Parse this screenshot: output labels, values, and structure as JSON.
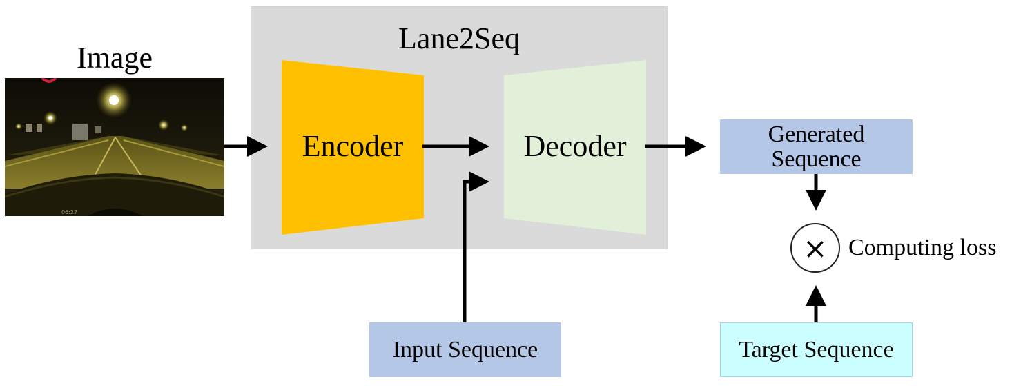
{
  "diagram": {
    "image_label": "Image",
    "framework_title": "Lane2Seq",
    "encoder_label": "Encoder",
    "decoder_label": "Decoder",
    "generated_sequence_label": "Generated Sequence",
    "input_sequence_label": "Input Sequence",
    "target_sequence_label": "Target Sequence",
    "multiply_symbol": "×",
    "loss_label": "Computing loss",
    "photo_timestamp": "06:27"
  },
  "colors": {
    "framework_bg": "#dadada",
    "encoder_fill": "#ffc000",
    "decoder_fill": "#e2f0d9",
    "sequence_box_fill": "#b4c7e7",
    "target_box_fill": "#ccffff",
    "arrow": "#000000"
  },
  "icons": {
    "multiply": "multiply-circle-icon"
  }
}
